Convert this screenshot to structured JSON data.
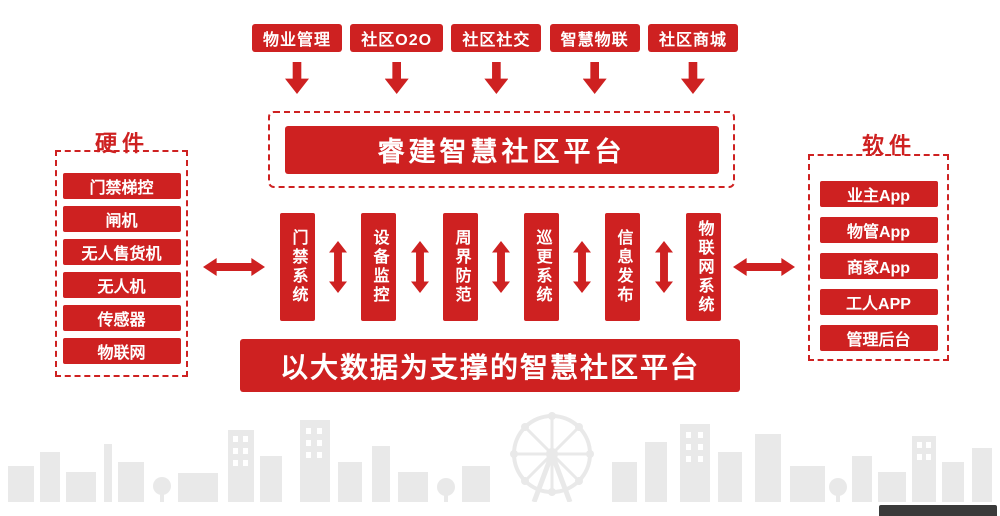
{
  "colors": {
    "primary_red": "#ce2121",
    "skyline_gray": "#e9e9e9",
    "watermark_dark": "#3a3a3a"
  },
  "top_modules": [
    "物业管理",
    "社区O2O",
    "社区社交",
    "智慧物联",
    "社区商城"
  ],
  "platform": {
    "title": "睿建智慧社区平台"
  },
  "hardware": {
    "title": "硬件",
    "items": [
      "门禁梯控",
      "闸机",
      "无人售货机",
      "无人机",
      "传感器",
      "物联网"
    ]
  },
  "software": {
    "title": "软件",
    "items": [
      "业主App",
      "物管App",
      "商家App",
      "工人APP",
      "管理后台"
    ]
  },
  "subsystems": [
    "门禁系统",
    "设备监控",
    "周界防范",
    "巡更系统",
    "信息发布",
    "物联网系统"
  ],
  "banner": {
    "title": "以大数据为支撑的智慧社区平台"
  }
}
